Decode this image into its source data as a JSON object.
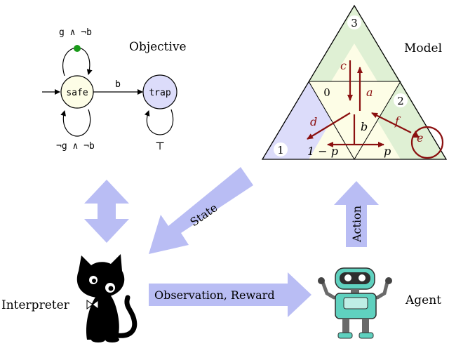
{
  "colors": {
    "arrow_fill": "#b9bdf4",
    "safe_fill": "#fdfde6",
    "trap_fill": "#dcdcfa",
    "accept_dot": "#1a9a1a",
    "model_green": "#dff0d4",
    "model_cream": "#fdfde6",
    "model_blue": "#dcdcfa",
    "model_arrow": "#8b1010"
  },
  "objective": {
    "title": "Objective",
    "state_safe": "safe",
    "state_trap": "trap",
    "edge_b": "b",
    "label_top": "g ∧ ¬b",
    "label_bottom": "¬g ∧ ¬b",
    "label_trap": "⊤"
  },
  "model": {
    "title": "Model",
    "region_0": "0",
    "region_1": "1",
    "region_2": "2",
    "region_3": "3",
    "label_a": "a",
    "label_b": "b",
    "label_c": "c",
    "label_d": "d",
    "label_e": "e",
    "label_f": "f",
    "prob_1mp": "1 − p",
    "prob_p": "p"
  },
  "flows": {
    "state": "State",
    "action": "Action",
    "observation_reward": "Observation, Reward"
  },
  "actors": {
    "interpreter": "Interpreter",
    "agent": "Agent",
    "cat_icon": "cat-icon",
    "robot_icon": "robot-icon"
  }
}
